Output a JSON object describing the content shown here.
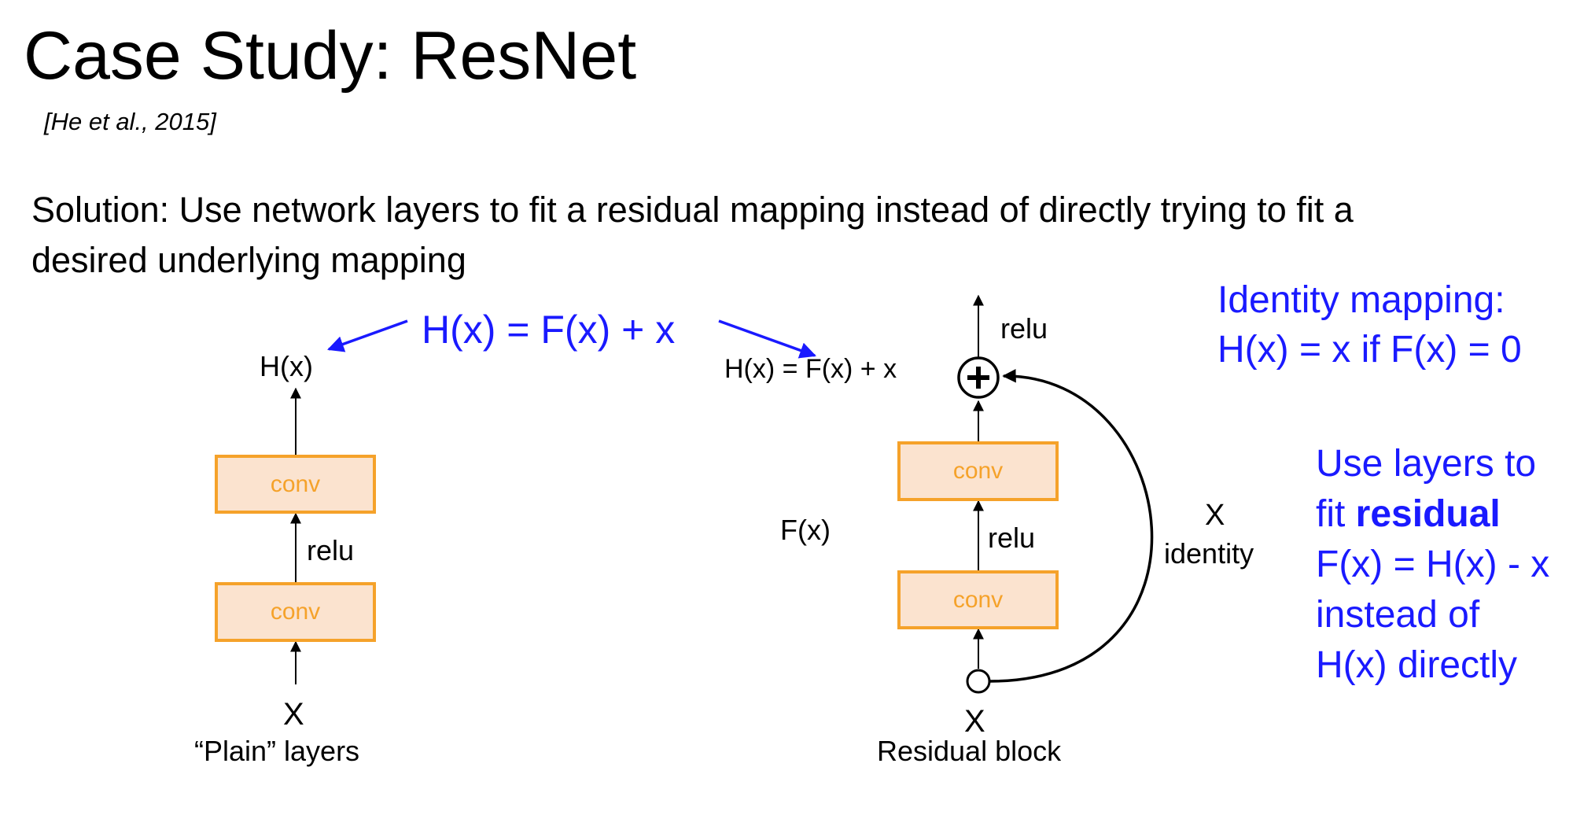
{
  "title": "Case Study: ResNet",
  "citation": "[He et al., 2015]",
  "solution": {
    "line1": "Solution: Use network layers to fit a residual mapping instead of directly trying to fit a",
    "line2": "desired underlying mapping"
  },
  "equation_main": "H(x) = F(x) + x",
  "identity_note": {
    "line1": "Identity mapping:",
    "line2": "H(x) = x if F(x) = 0"
  },
  "residual_note": {
    "line1": "Use layers to",
    "line2_prefix": "fit ",
    "line2_bold": "residual",
    "line3": "F(x) = H(x) - x",
    "line4": "instead of",
    "line5": "H(x) directly"
  },
  "plain": {
    "output": "H(x)",
    "conv_top": "conv",
    "relu": "relu",
    "conv_bottom": "conv",
    "input": "X",
    "caption": "“Plain” layers"
  },
  "residual": {
    "output_eq": "H(x) = F(x) + x",
    "relu_top": "relu",
    "conv_top": "conv",
    "fx": "F(x)",
    "relu_mid": "relu",
    "conv_bottom": "conv",
    "input": "X",
    "caption": "Residual block",
    "skip_x": "X",
    "skip_identity": "identity"
  },
  "colors": {
    "accent_blue": "#1a1aff",
    "conv_fill": "#fbe3cf",
    "conv_border": "#f5a22a"
  }
}
